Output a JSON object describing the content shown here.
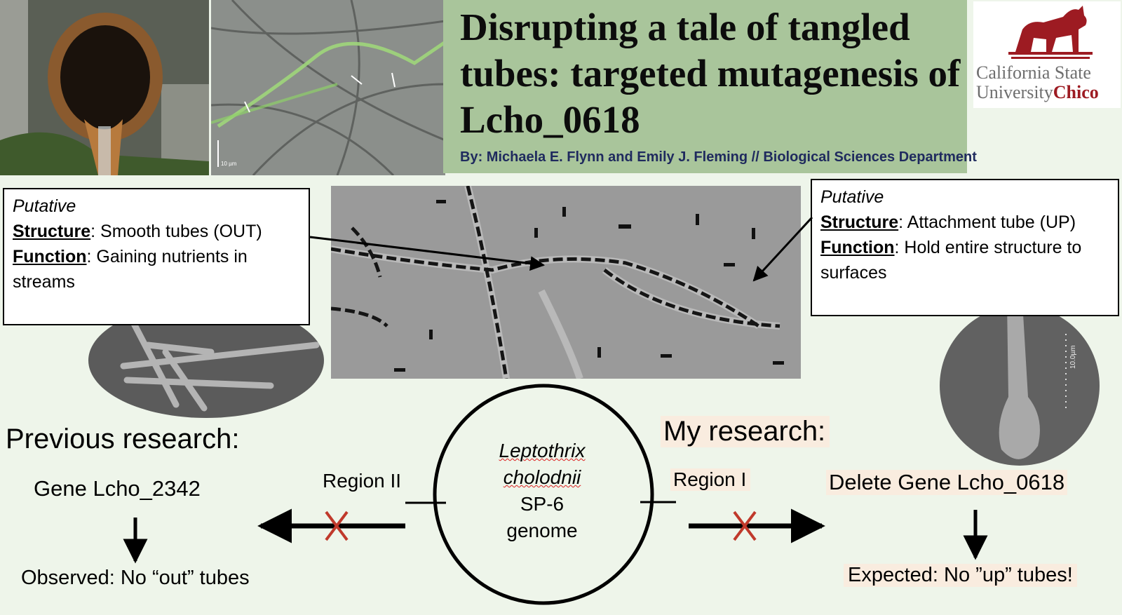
{
  "header": {
    "title": "Disrupting a tale of tangled tubes: targeted mutagenesis of Lcho_0618",
    "byline": "By: Michaela E. Flynn and Emily J. Fleming  //  Biological Sciences Department",
    "logo_line1": "California State",
    "logo_line2a": "University",
    "logo_line2b": "Chico"
  },
  "photos": {
    "filament_scale": "10 µm",
    "sem_right_scale": "10.0µm"
  },
  "callout_left": {
    "prefix": "Putative",
    "structure_label": "Structure",
    "structure_value": ": Smooth tubes (OUT)",
    "function_label": "Function",
    "function_value": ": Gaining nutrients in streams"
  },
  "callout_right": {
    "prefix": "Putative",
    "structure_label": "Structure",
    "structure_value": ": Attachment tube (UP)",
    "function_label": "Function",
    "function_value": ": Hold entire structure to surfaces"
  },
  "previous": {
    "heading": "Previous research:",
    "gene": "Gene Lcho_2342",
    "region": "Region II",
    "result": "Observed: No “out” tubes"
  },
  "mine": {
    "heading": "My research:",
    "gene": "Delete Gene Lcho_0618",
    "region": "Region I",
    "result": "Expected: No ”up” tubes!"
  },
  "genome": {
    "species_line1": "Leptothrix",
    "species_line2": "cholodnii",
    "strain": "SP-6",
    "word": "genome"
  },
  "colors": {
    "banner": "#a9c59b",
    "background": "#eef5ea",
    "highlight": "#f9ecdf",
    "cross": "#c0392b",
    "byline": "#1f2a5e",
    "chico_red": "#9d1b22"
  }
}
